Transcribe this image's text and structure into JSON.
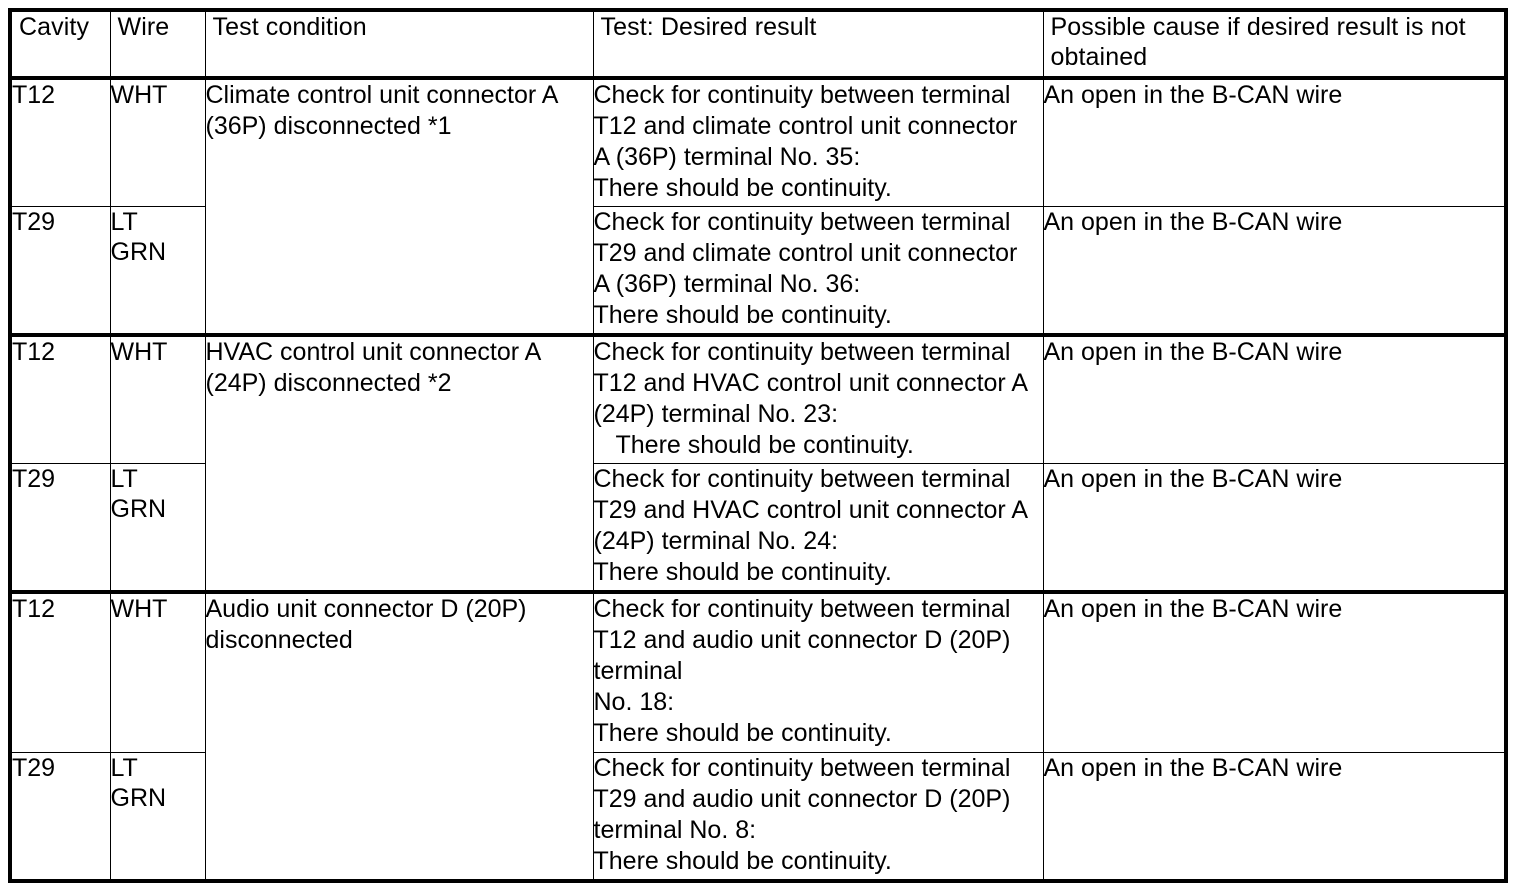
{
  "table": {
    "columns": [
      {
        "key": "cavity",
        "label": "Cavity"
      },
      {
        "key": "wire",
        "label": "Wire"
      },
      {
        "key": "condition",
        "label": "Test condition"
      },
      {
        "key": "test",
        "label": "Test: Desired result"
      },
      {
        "key": "cause",
        "label": "Possible cause if desired result is not obtained"
      }
    ],
    "header": {
      "cavity": "Cavity",
      "wire": "Wire",
      "condition": "Test condition",
      "test": "Test: Desired result",
      "cause_line1": "Possible cause if desired result is not",
      "cause_line2": "obtained"
    },
    "groups": [
      {
        "condition_line1": "Climate control unit connector A",
        "condition_line2": "(36P) disconnected *1",
        "rows": [
          {
            "cavity": "T12",
            "wire_line1": "WHT",
            "wire_line2": "",
            "test_lines": [
              "Check for continuity between terminal",
              "T12 and climate control unit connector",
              "A (36P) terminal No. 35:",
              "There should be continuity."
            ],
            "cause": "An open in the B-CAN wire"
          },
          {
            "cavity": "T29",
            "wire_line1": "LT",
            "wire_line2": "GRN",
            "test_lines": [
              "Check for continuity between terminal",
              "T29 and climate control unit connector",
              "A (36P) terminal No. 36:",
              "There should be continuity."
            ],
            "cause": "An open in the B-CAN wire"
          }
        ]
      },
      {
        "condition_line1": "HVAC control unit connector A",
        "condition_line2": "(24P) disconnected *2",
        "rows": [
          {
            "cavity": "T12",
            "wire_line1": "WHT",
            "wire_line2": "",
            "test_lines": [
              "Check for continuity between terminal",
              "T12 and HVAC control unit connector A",
              "(24P) terminal No. 23:",
              "There should be continuity."
            ],
            "test_indent_last": true,
            "cause": "An open in the B-CAN wire"
          },
          {
            "cavity": "T29",
            "wire_line1": "LT",
            "wire_line2": "GRN",
            "test_lines": [
              "Check for continuity between terminal",
              "T29 and HVAC control unit connector A",
              "(24P) terminal No. 24:",
              "There should be continuity."
            ],
            "cause": "An open in the B-CAN wire"
          }
        ]
      },
      {
        "condition_line1": "Audio unit connector D (20P)",
        "condition_line2": "disconnected",
        "rows": [
          {
            "cavity": "T12",
            "wire_line1": "WHT",
            "wire_line2": "",
            "test_lines": [
              "Check for continuity between terminal",
              "T12 and audio unit connector D (20P)",
              "terminal",
              "No. 18:",
              "There should be continuity."
            ],
            "cause": "An open in the B-CAN wire"
          },
          {
            "cavity": "T29",
            "wire_line1": "LT",
            "wire_line2": "GRN",
            "test_lines": [
              "Check for continuity between terminal",
              "T29 and audio unit connector D (20P)",
              "terminal No. 8:",
              "There should be continuity."
            ],
            "cause": "An open in the B-CAN wire"
          }
        ]
      }
    ]
  }
}
